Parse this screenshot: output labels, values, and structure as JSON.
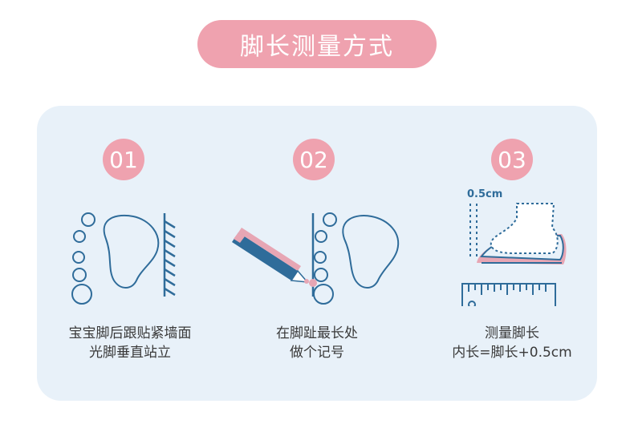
{
  "title": "脚长测量方式",
  "colors": {
    "accent": "#EFA2AF",
    "panel": "#E8F1F9",
    "line": "#2F6C9A",
    "pencil_pink": "#E7A6B4",
    "pencil_blue": "#2F6C9A"
  },
  "steps": [
    {
      "number": "01",
      "caption": [
        "宝宝脚后跟贴紧墙面",
        "光脚垂直站立"
      ]
    },
    {
      "number": "02",
      "caption": [
        "在脚趾最长处",
        "做个记号"
      ]
    },
    {
      "number": "03",
      "caption": [
        "测量脚长",
        "内长=脚长+0.5cm"
      ],
      "measure_label": "0.5cm"
    }
  ],
  "icons": [
    "footprint-icon",
    "wall-icon",
    "pencil-icon",
    "shoe-icon",
    "ruler-icon"
  ]
}
